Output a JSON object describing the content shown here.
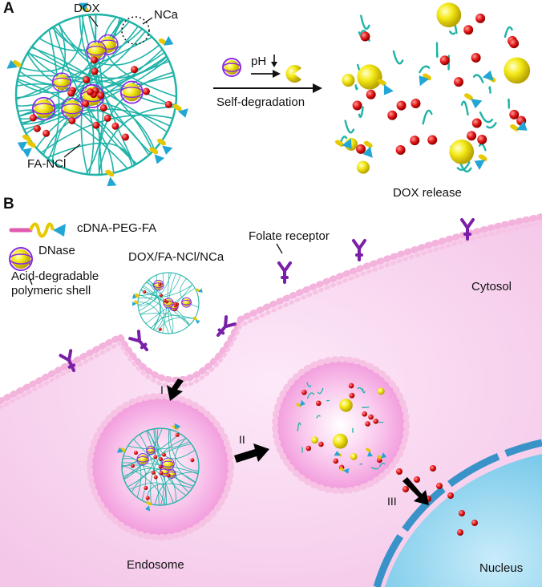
{
  "panels": {
    "a": "A",
    "b": "B"
  },
  "panel_a": {
    "dox_label": "DOX",
    "nca_label": "NCa",
    "fa_nci_label": "FA-NCl",
    "ph_label": "pH",
    "self_degradation_label": "Self-degradation",
    "dox_release_label": "DOX release"
  },
  "legend": {
    "cdna_label": "cDNA-PEG-FA",
    "dnase_label": "DNase",
    "shell_label_line1": "Acid-degradable",
    "shell_label_line2": "polymeric shell"
  },
  "panel_b": {
    "complex_label": "DOX/FA-NCl/NCa",
    "folate_receptor_label": "Folate receptor",
    "cytosol_label": "Cytosol",
    "endosome_label": "Endosome",
    "nucleus_label": "Nucleus",
    "step_1": "I",
    "step_2": "II",
    "step_3": "III"
  },
  "colors": {
    "dna_strand": "#1fb3a8",
    "dox": "#e01010",
    "dnase": "#f2e600",
    "shell": "#8a2be2",
    "fa_cone": "#22a6d6",
    "cell_pink": "#f6d3ee",
    "membrane": "#f3b3dc",
    "nucleus": "#a6dcf2",
    "arrow": "#000000"
  }
}
